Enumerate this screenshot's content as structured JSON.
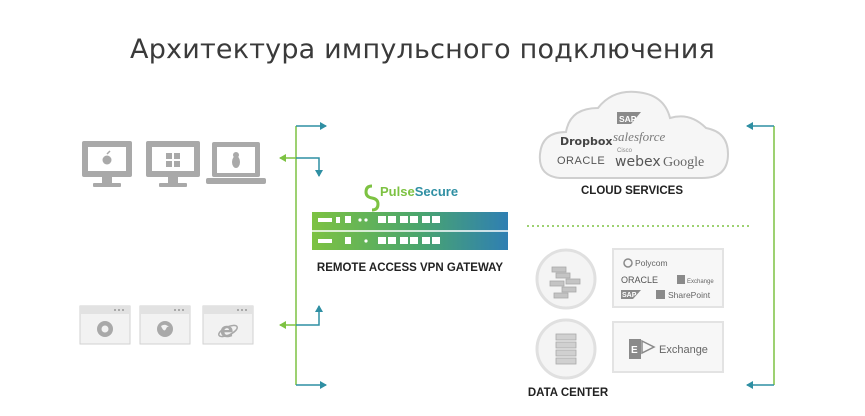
{
  "title": "Архитектура импульсного подключения",
  "brand": {
    "pulse": "Pulse",
    "secure": "Secure",
    "trademark": "."
  },
  "gateway_label": "REMOTE ACCESS VPN GATEWAY",
  "cloud": {
    "label": "CLOUD SERVICES",
    "logos": {
      "sap": "SAP",
      "dropbox": "Dropbox",
      "salesforce": "salesforce",
      "oracle": "ORACLE",
      "cisco": "Cisco",
      "webex": "webex",
      "google": "Google"
    }
  },
  "datacenter": {
    "label": "DATA CENTER",
    "apps": {
      "polycom": "Polycom",
      "oracle": "ORACLE",
      "exchange_small": "Exchange",
      "sap": "SAP",
      "sharepoint": "SharePoint",
      "exchange": "Exchange"
    }
  },
  "colors": {
    "green": "#7dc242",
    "teal": "#2f8fa3",
    "device_gray": "#a9a9a9",
    "light_gray": "#e6e6e6",
    "cloud_stroke": "#cfcfcf"
  }
}
